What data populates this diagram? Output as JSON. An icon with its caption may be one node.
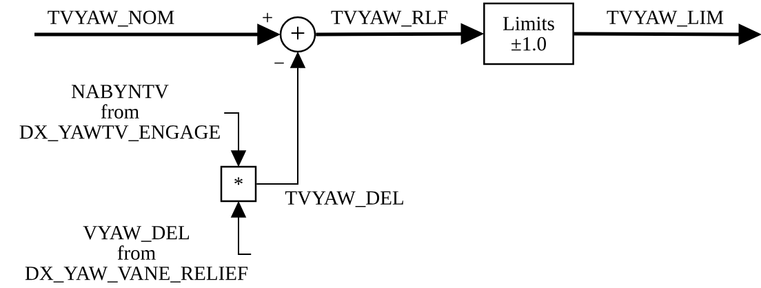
{
  "diagram": {
    "nodes": [
      {
        "text": [
          "+"
        ]
      },
      {
        "text": [
          "Limits ±1.0"
        ]
      },
      {
        "text": [
          "NABYNTV from DX_YAWTV_ENGAGE"
        ]
      },
      {
        "text": [
          "*"
        ]
      },
      {
        "text": [
          "VYAW_DEL from DX_YAW_VANE_RELIEF"
        ]
      }
    ],
    "edges": [
      {
        "from": null,
        "to": 0,
        "arrow": "to",
        "label": "TVYAW_NOM",
        "style": "thick"
      },
      {
        "from": 0,
        "to": 1,
        "arrow": "to",
        "label": "TVYAW_RLF",
        "style": "thick"
      },
      {
        "from": 1,
        "to": null,
        "arrow": "to",
        "label": "TVYAW_LIM",
        "style": "thick"
      },
      {
        "from": 2,
        "to": 3,
        "arrow": "to"
      },
      {
        "from": 4,
        "to": 3,
        "arrow": "to"
      },
      {
        "from": 3,
        "to": 0,
        "arrow": "to",
        "label": "TVYAW_DEL"
      }
    ],
    "labels": [
      "+",
      "−"
    ]
  }
}
